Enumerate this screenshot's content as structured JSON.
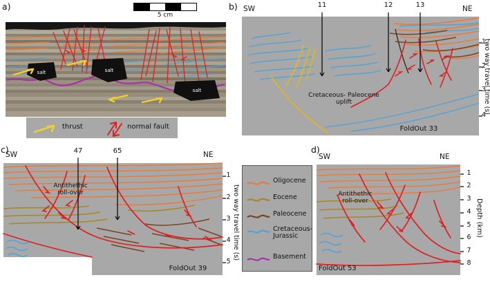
{
  "colors": {
    "panel_bg": "#a8a8a8",
    "oligocene": "#f07830",
    "eocene": "#a8871f",
    "yellow_horizon": "#dcb62a",
    "thrust_yellow": "#f2cf2a",
    "paleocene": "#74451f",
    "dark_fault": "#4a3018",
    "cretaceous_jurassic": "#4fa3d8",
    "basement": "#a832a8",
    "fault_red": "#df2020",
    "well_black": "#000000",
    "salt_black": "#101010"
  },
  "panel_a": {
    "label": "a)",
    "scale_text": "5 cm",
    "salt_label": "salt",
    "legend": {
      "thrust": "thrust",
      "normal_fault": "normal fault"
    }
  },
  "panel_b": {
    "label": "b)",
    "corner_sw": "SW",
    "corner_ne": "NE",
    "wells": [
      "11",
      "12",
      "13"
    ],
    "annotation": "Cretaceous- Paleocene\nuplift",
    "foldout": "FoldOut 33",
    "axis": {
      "label": "two way travel time (s)",
      "ticks": [
        "1",
        "2",
        "3",
        "4"
      ]
    }
  },
  "panel_c": {
    "label": "c)",
    "corner_sw": "SW",
    "corner_ne": "NE",
    "wells": [
      "47",
      "65"
    ],
    "annotation": "Antithethic\nroll-over",
    "foldout": "FoldOut 39",
    "axis": {
      "label": "two way travel time (s)",
      "ticks": [
        "1",
        "2",
        "3",
        "4",
        "5"
      ]
    }
  },
  "panel_d": {
    "label": "d)",
    "corner_sw": "SW",
    "corner_ne": "NE",
    "annotation": "Antithethic\nroll-over",
    "foldout": "FoldOut 53",
    "axis": {
      "label": "Depth (km)",
      "ticks": [
        "1",
        "2",
        "3",
        "4",
        "5",
        "6",
        "7",
        "8"
      ]
    }
  },
  "stratigraphy_legend": {
    "items": [
      {
        "label": "Oligocene",
        "color": "#f07830"
      },
      {
        "label": "Eocene",
        "color": "#a8871f"
      },
      {
        "label": "Paleocene",
        "color": "#74451f"
      },
      {
        "label": "Cretaceous-\nJurassic",
        "color": "#4fa3d8"
      },
      {
        "label": "Basement",
        "color": "#a832a8"
      }
    ]
  }
}
